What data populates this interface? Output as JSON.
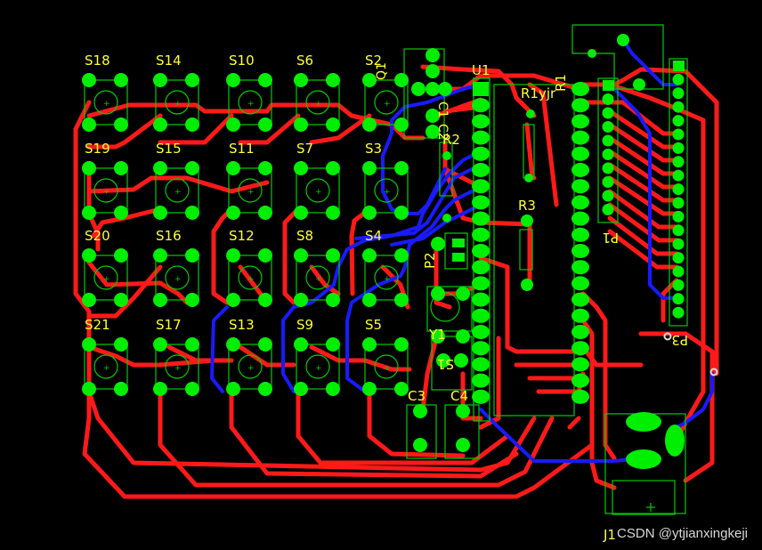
{
  "switches": [
    {
      "ref": "S18",
      "col": 0,
      "row": 0
    },
    {
      "ref": "S14",
      "col": 1,
      "row": 0
    },
    {
      "ref": "S10",
      "col": 2,
      "row": 0
    },
    {
      "ref": "S6",
      "col": 3,
      "row": 0
    },
    {
      "ref": "S2",
      "col": 4,
      "row": 0
    },
    {
      "ref": "S19",
      "col": 0,
      "row": 1
    },
    {
      "ref": "S15",
      "col": 1,
      "row": 1
    },
    {
      "ref": "S11",
      "col": 2,
      "row": 1
    },
    {
      "ref": "S7",
      "col": 3,
      "row": 1
    },
    {
      "ref": "S3",
      "col": 4,
      "row": 1
    },
    {
      "ref": "S20",
      "col": 0,
      "row": 2
    },
    {
      "ref": "S16",
      "col": 1,
      "row": 2
    },
    {
      "ref": "S12",
      "col": 2,
      "row": 2
    },
    {
      "ref": "S8",
      "col": 3,
      "row": 2
    },
    {
      "ref": "S4",
      "col": 4,
      "row": 2
    },
    {
      "ref": "S21",
      "col": 0,
      "row": 3
    },
    {
      "ref": "S17",
      "col": 1,
      "row": 3
    },
    {
      "ref": "S13",
      "col": 2,
      "row": 3
    },
    {
      "ref": "S9",
      "col": 3,
      "row": 3
    },
    {
      "ref": "S5",
      "col": 4,
      "row": 3
    }
  ],
  "labels": {
    "u1": "U1",
    "r1": "R1",
    "r1_value": "R1yjr",
    "r2": "R2",
    "r3": "R3",
    "p1": "P1",
    "p2": "P2",
    "p3": "P3",
    "c3": "C3",
    "c4": "C4",
    "y1": "Y1",
    "s1": "S1",
    "c1": "C1",
    "c2": "C2",
    "q1": "Q1",
    "j1": "J1"
  },
  "watermark": "CSDN @ytjianxingkeji",
  "colors": {
    "background": "#000000",
    "top_trace": "#ff1a1a",
    "bottom_trace": "#1a1aff",
    "pad": "#00ee00",
    "silkscreen": "#ffff33",
    "outline": "#00cc00"
  }
}
